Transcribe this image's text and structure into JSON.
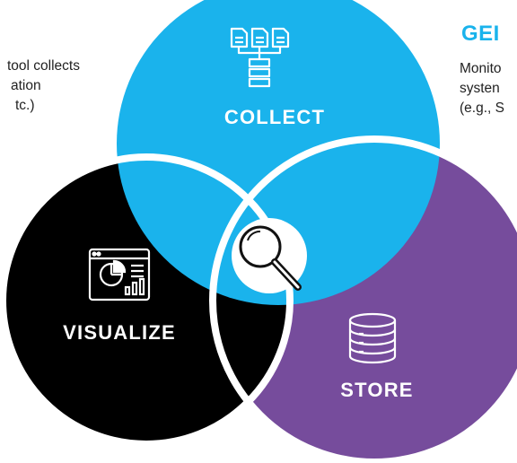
{
  "left_text": {
    "lines": [
      "tool collects",
      "ation",
      "tc.)"
    ]
  },
  "right_block": {
    "heading": "GEI",
    "lines": [
      "Monito",
      "systen",
      "(e.g., S"
    ]
  },
  "circles": {
    "collect": {
      "label": "COLLECT",
      "color": "#1ab3ec",
      "icon": "files-to-server-icon"
    },
    "store": {
      "label": "STORE",
      "color": "#764c9c",
      "icon": "database-icon"
    },
    "visualize": {
      "label": "VISUALIZE",
      "color": "#000000",
      "icon": "dashboard-chart-icon"
    }
  },
  "center_icon": "magnifier-icon",
  "colors": {
    "heading": "#1ab3ec",
    "text": "#222222"
  }
}
